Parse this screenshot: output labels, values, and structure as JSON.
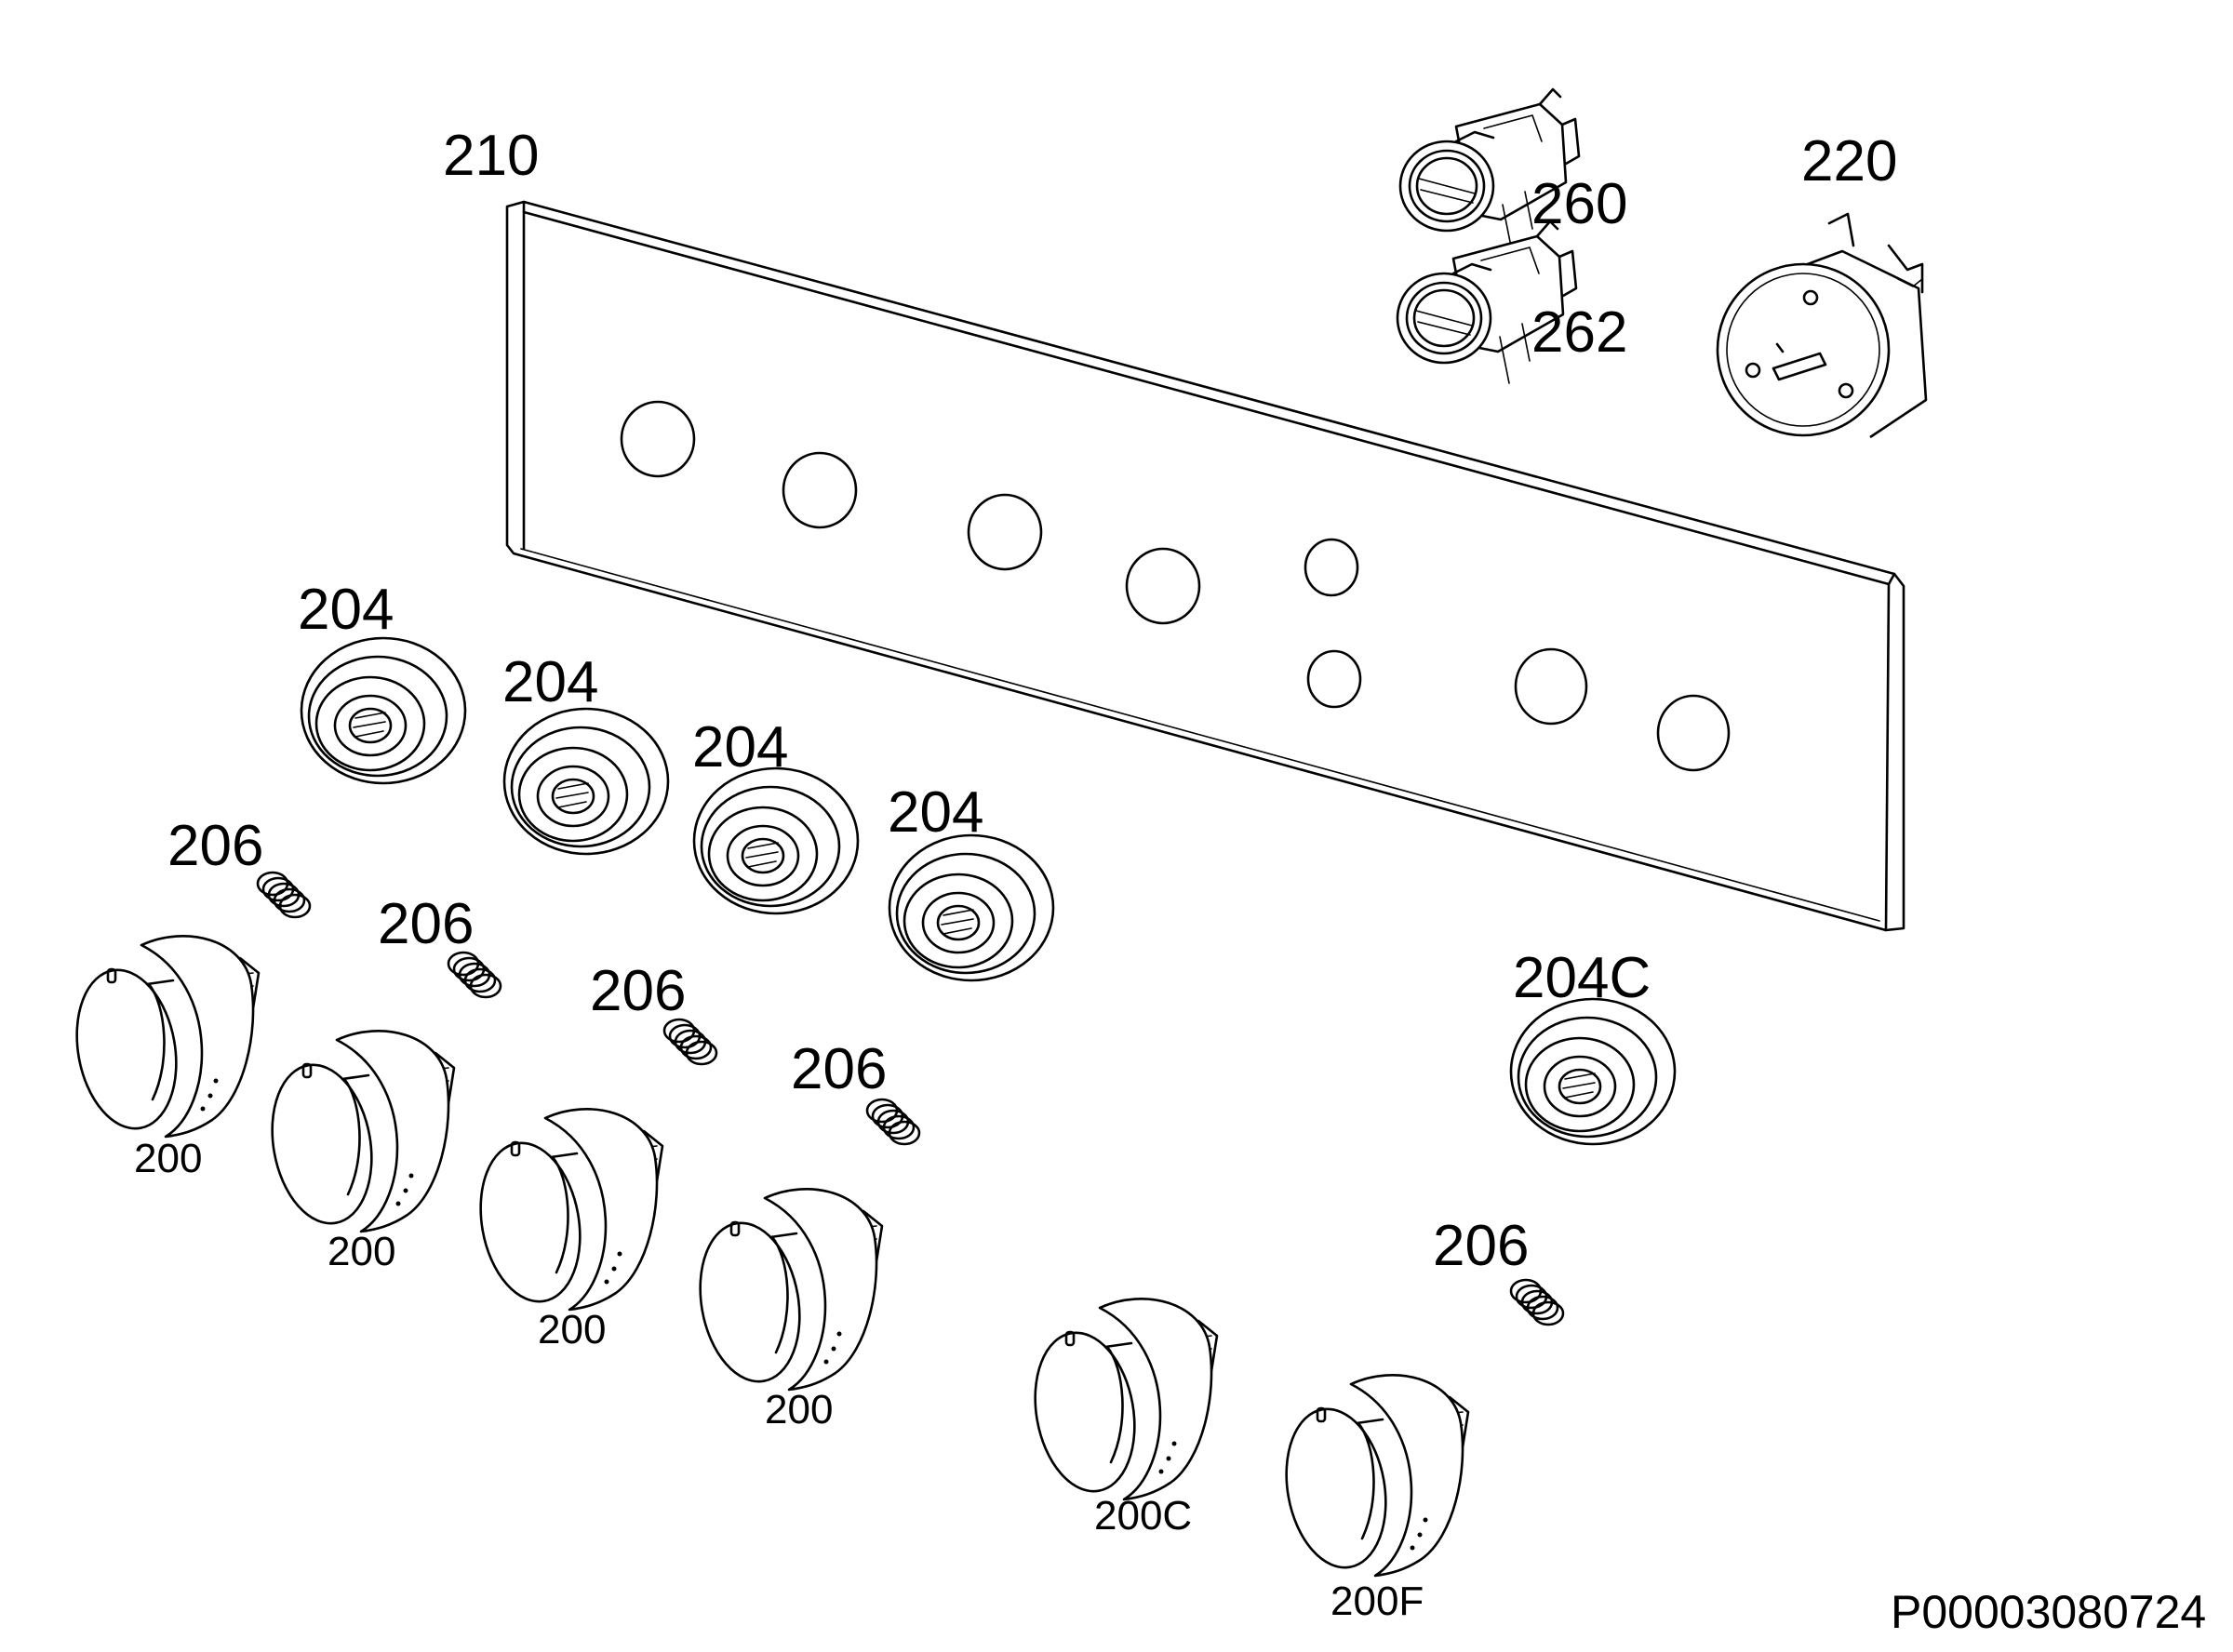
{
  "labels": {
    "panel": "210",
    "switch_top": "260",
    "switch_bottom": "262",
    "timer": "220",
    "bezel_1": "204",
    "bezel_2": "204",
    "bezel_3": "204",
    "bezel_4": "204",
    "bezel_c": "204C",
    "spring_1": "206",
    "spring_2": "206",
    "spring_3": "206",
    "spring_4": "206",
    "spring_5": "206",
    "knob_1": "200",
    "knob_2": "200",
    "knob_3": "200",
    "knob_4": "200",
    "knob_c": "200C",
    "knob_f": "200F"
  },
  "reference_code": "P00003080724"
}
